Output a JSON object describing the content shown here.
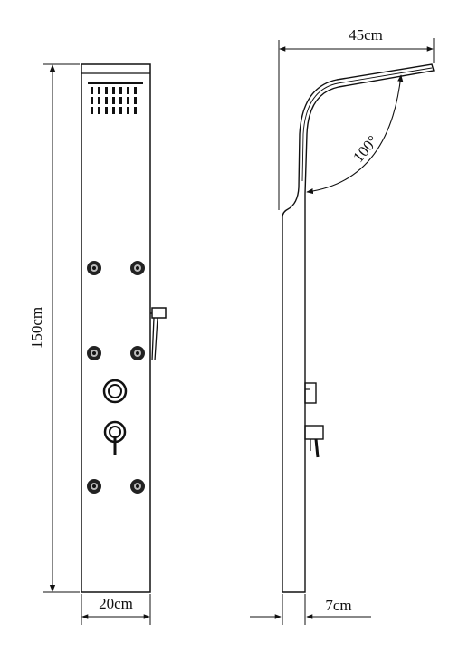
{
  "dimensions": {
    "height": "150cm",
    "front_width": "20cm",
    "side_depth": "7cm",
    "arm_reach": "45cm",
    "arm_angle": "100°"
  },
  "front_view": {
    "body_jets": 6,
    "control_knobs": 2
  },
  "colors": {
    "line": "#111111",
    "background": "#ffffff"
  }
}
